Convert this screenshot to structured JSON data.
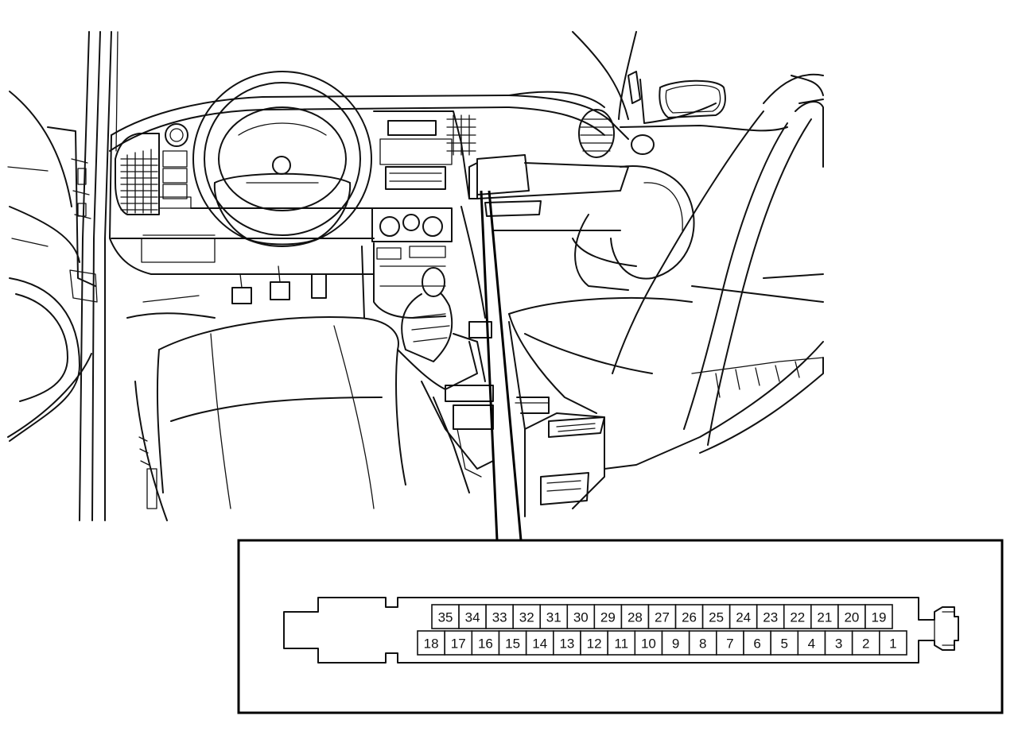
{
  "connector": {
    "top_row": [
      "35",
      "34",
      "33",
      "32",
      "31",
      "30",
      "29",
      "28",
      "27",
      "26",
      "25",
      "24",
      "23",
      "22",
      "21",
      "20",
      "19"
    ],
    "bottom_row": [
      "18",
      "17",
      "16",
      "15",
      "14",
      "13",
      "12",
      "11",
      "10",
      "9",
      "8",
      "7",
      "6",
      "5",
      "4",
      "3",
      "2",
      "1"
    ]
  }
}
